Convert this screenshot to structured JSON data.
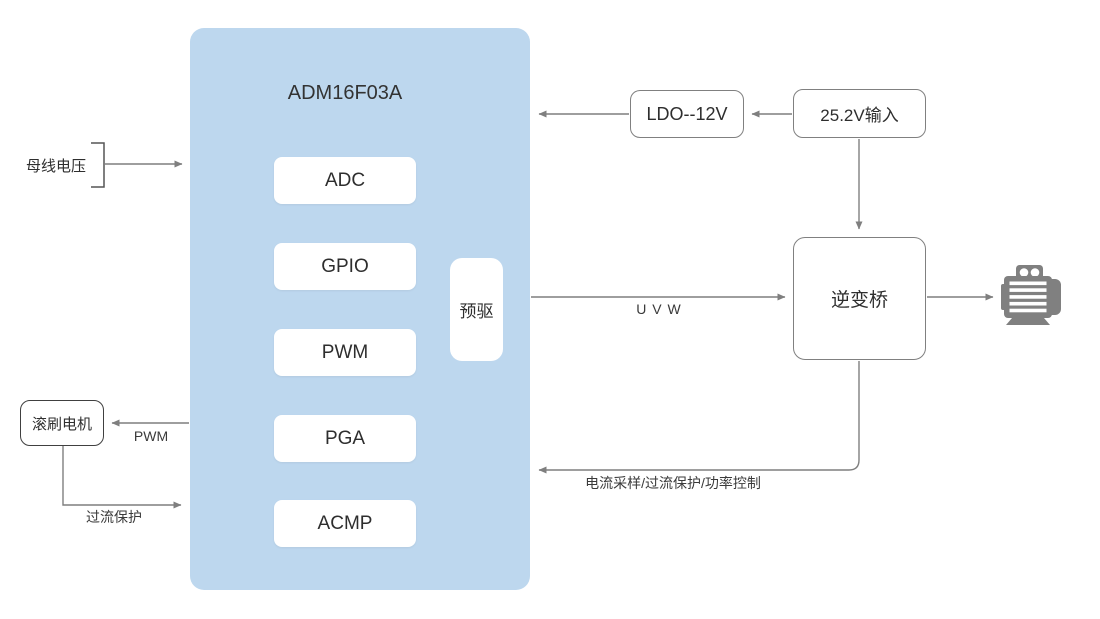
{
  "diagram": {
    "chip": {
      "title": "ADM16F03A",
      "modules": [
        "ADC",
        "GPIO",
        "PWM",
        "PGA",
        "ACMP"
      ],
      "predriver_label": "预驱"
    },
    "nodes": {
      "ldo_label": "LDO--12V",
      "power_input_label": "25.2V输入",
      "inverter_label": "逆变桥",
      "brush_motor_label": "滚刷电机"
    },
    "edge_labels": {
      "bus_voltage": "母线电压",
      "pwm": "PWM",
      "overcurrent_protection": "过流保护",
      "uvw": "U V W",
      "feedback": "电流采样/过流保护/功率控制"
    },
    "icons": {
      "motor": "motor-icon"
    },
    "colors": {
      "background": "#FFFFFF",
      "chip_fill": "#BDD7EE",
      "module_fill": "#FFFFFF",
      "connector": "#7F7F7F",
      "node_border": "#808080",
      "dark_border": "#404040",
      "text": "#333333",
      "motor_icon": "#808080"
    }
  }
}
